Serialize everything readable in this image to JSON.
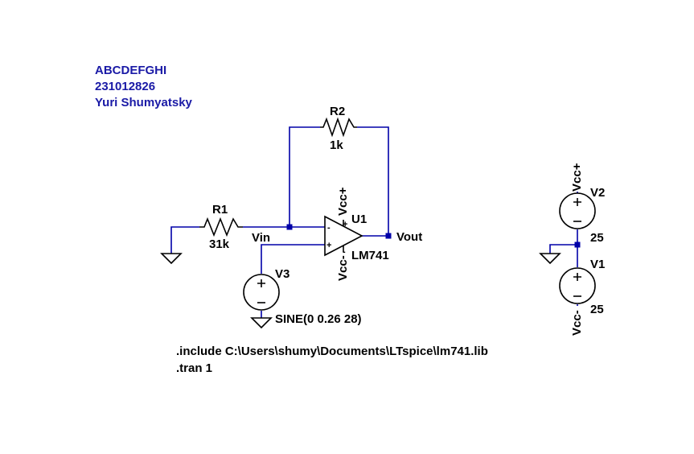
{
  "header": {
    "line1": "ABCDEFGHI",
    "line2": "231012826",
    "line3": "Yuri Shumyatsky"
  },
  "components": {
    "r1": {
      "name": "R1",
      "value": "31k"
    },
    "r2": {
      "name": "R2",
      "value": "1k"
    },
    "u1": {
      "name": "U1",
      "value": "LM741"
    },
    "v1": {
      "name": "V1",
      "value": "25"
    },
    "v2": {
      "name": "V2",
      "value": "25"
    },
    "v3": {
      "name": "V3",
      "value": "SINE(0 0.26 28)"
    }
  },
  "nets": {
    "vin": "Vin",
    "vout": "Vout",
    "vcc_pos": "Vcc+",
    "vcc_neg": "Vcc-"
  },
  "pin_marks": {
    "plus": "+",
    "minus": "-"
  },
  "directives": {
    "include": ".include C:\\Users\\shumy\\Documents\\LTspice\\lm741.lib",
    "tran": ".tran 1"
  },
  "colors": {
    "wire": "#0000a8",
    "component": "#000000",
    "author_text": "#1a1aa6"
  }
}
